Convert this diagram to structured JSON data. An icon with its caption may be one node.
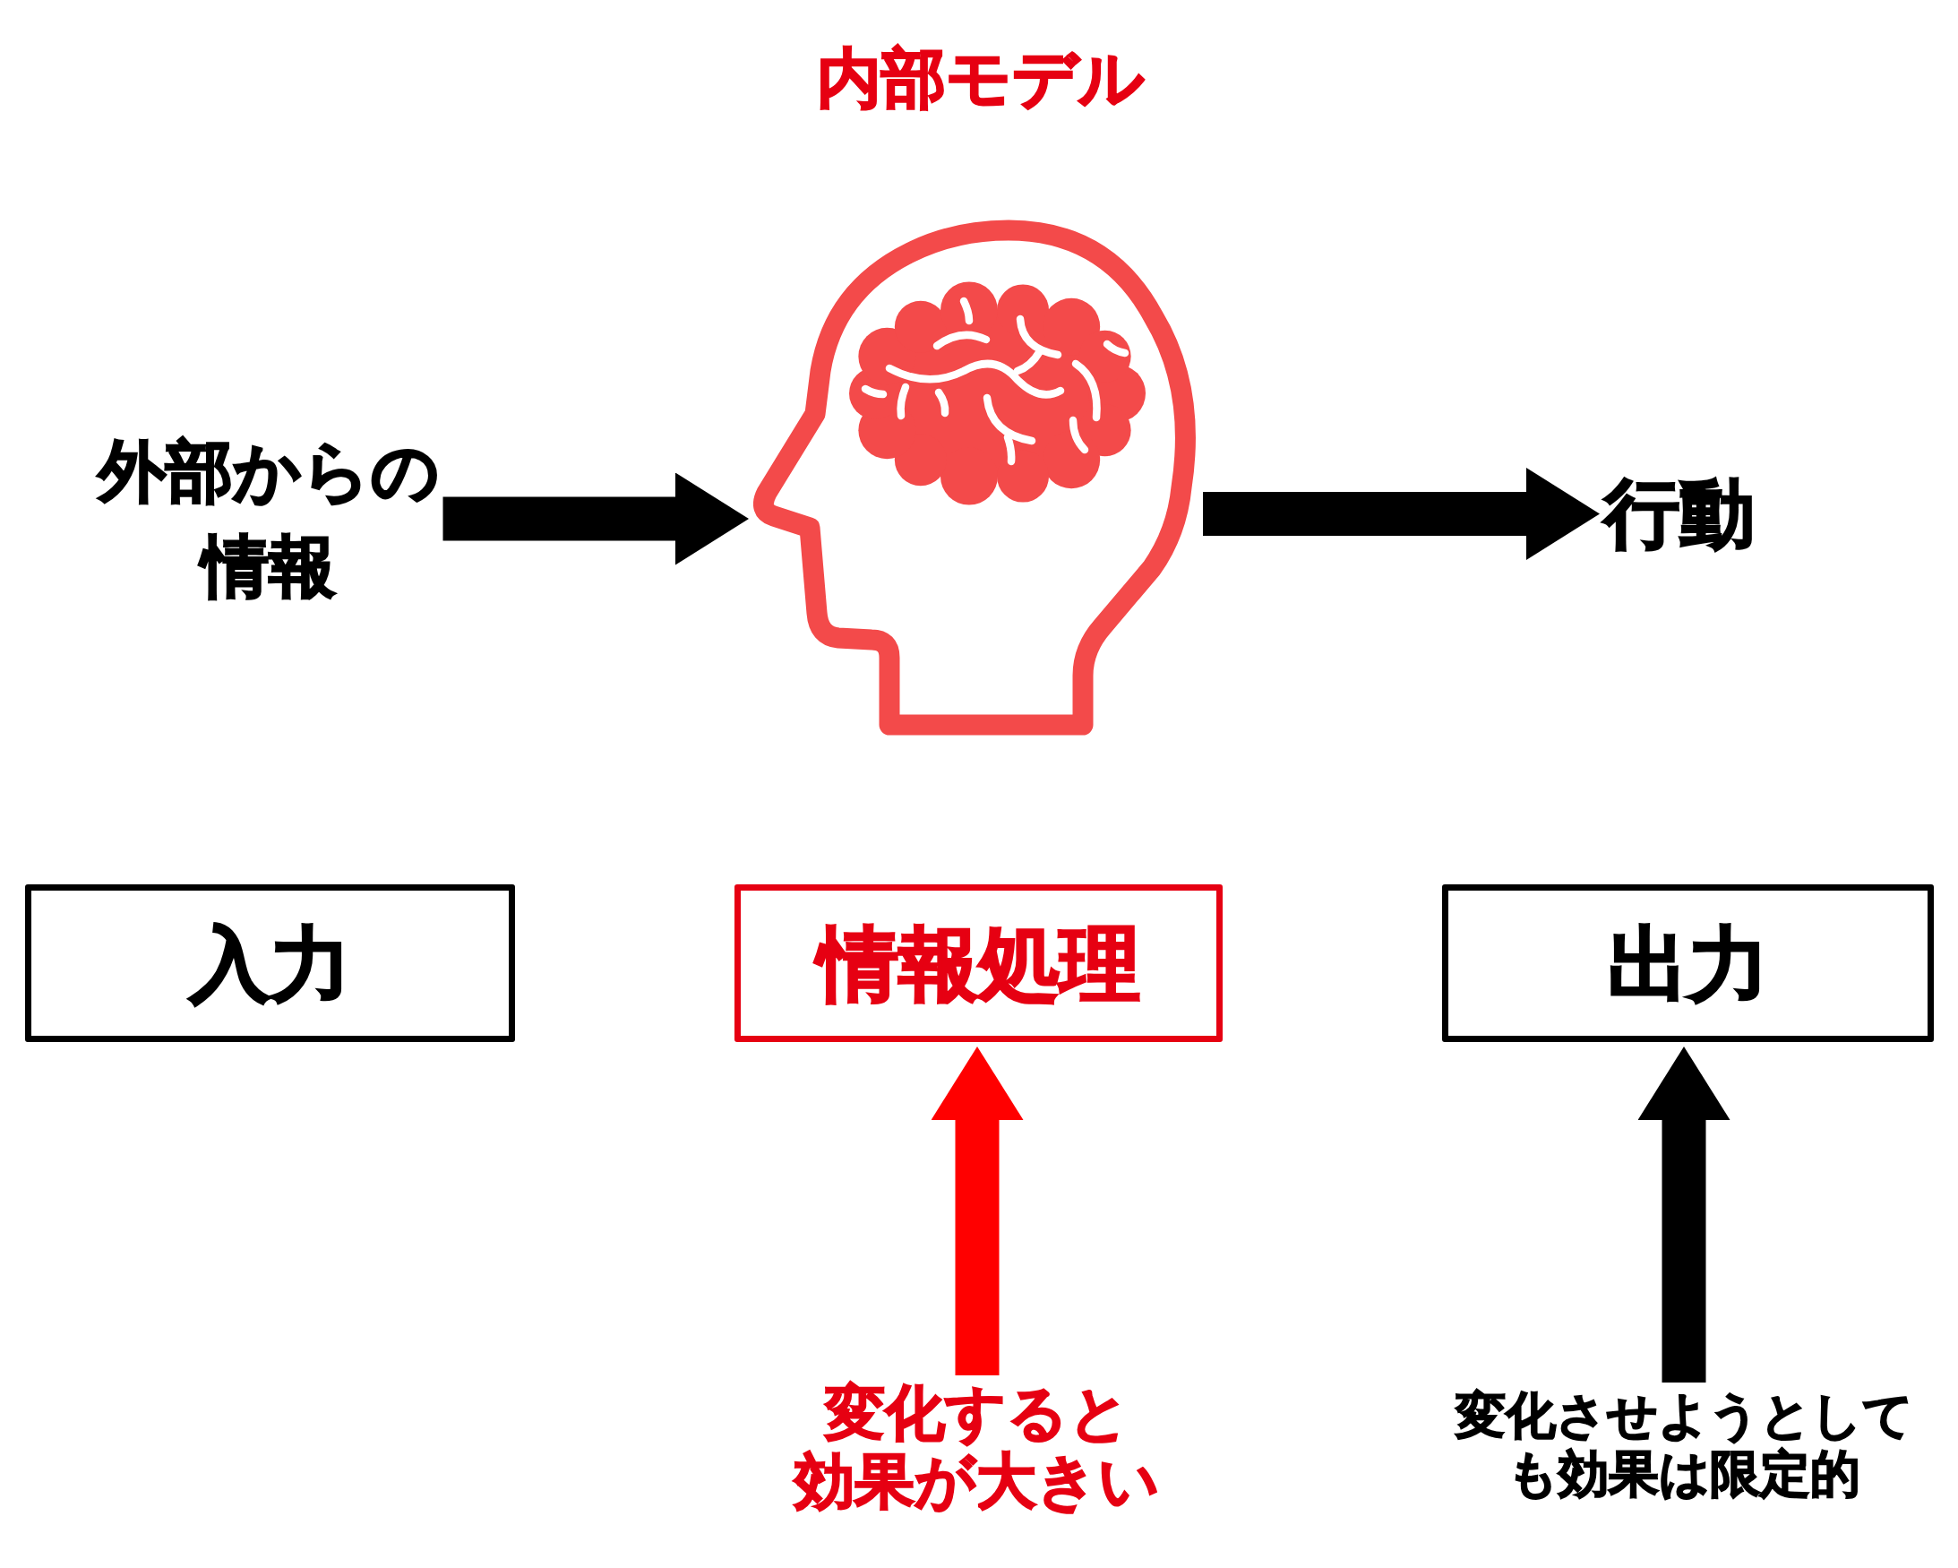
{
  "diagram": {
    "title": "内部モデル",
    "nodes": [
      {
        "text": [
          "外部からの情報"
        ]
      },
      {
        "text": [],
        "shape": "picture"
      },
      {
        "text": [
          "行動"
        ]
      },
      {
        "text": [
          "入力"
        ]
      },
      {
        "text": [
          "情報処理"
        ]
      },
      {
        "text": [
          "出力"
        ]
      },
      {
        "text": [
          "変化すると効果が大きい"
        ]
      },
      {
        "text": [
          "変化させようとしても効果は限定的"
        ]
      }
    ],
    "edges": [
      {
        "from": 0,
        "to": 1,
        "arrow": "to"
      },
      {
        "from": 1,
        "to": 2,
        "arrow": "to"
      },
      {
        "from": 6,
        "to": 4,
        "arrow": "to",
        "color": "#ff0000"
      },
      {
        "from": 7,
        "to": 5,
        "arrow": "to"
      }
    ]
  }
}
